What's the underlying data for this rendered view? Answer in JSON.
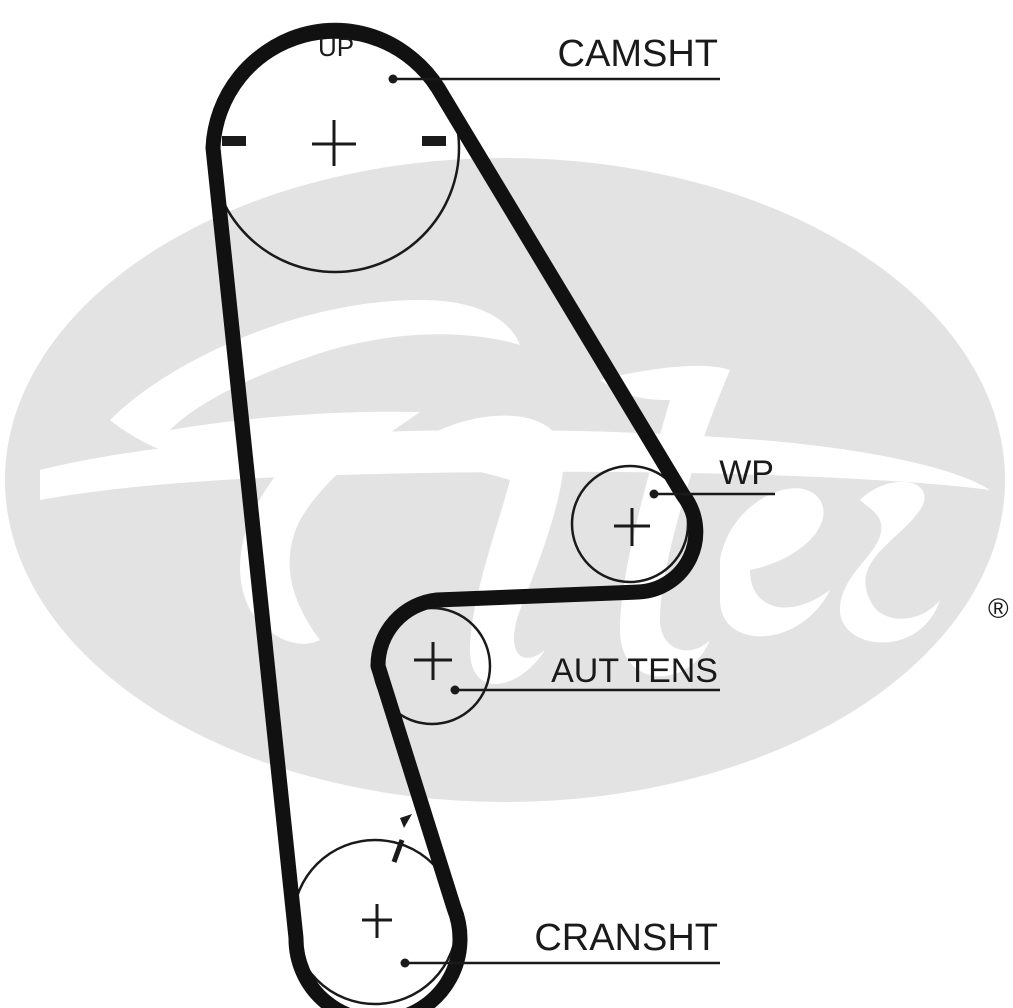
{
  "logo": {
    "brand": "Gates",
    "registered_mark": "®",
    "color": "#e3e3e3"
  },
  "diagram": {
    "belt_color": "#111111",
    "line_color": "#1a1a1a",
    "labels": {
      "up": "UP",
      "camshaft": "CAMSHT",
      "water_pump": "WP",
      "tensioner": "AUT TENS",
      "crankshaft": "CRANSHT"
    },
    "marks": {
      "cam_left_mark": "-",
      "cam_right_mark": "-",
      "center_mark": "+"
    }
  }
}
